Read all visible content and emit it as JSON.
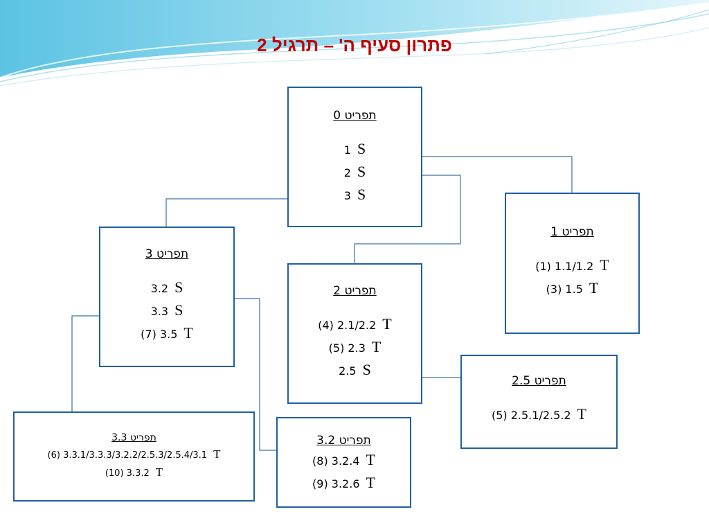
{
  "slide": {
    "title": "פתרון  סעיף ה' – תרגיל 2"
  },
  "boxes": [
    {
      "title": "תפריט 0",
      "lines": [
        {
          "value": "1",
          "state": "S"
        },
        {
          "value": "2",
          "state": "S"
        },
        {
          "value": "3",
          "state": "S"
        }
      ]
    },
    {
      "title": "תפריט 1",
      "lines": [
        {
          "value": "(1) 1.1/1.2",
          "state": "T"
        },
        {
          "value": "(3) 1.5",
          "state": "T"
        }
      ]
    },
    {
      "title": "תפריט 3",
      "lines": [
        {
          "value": "3.2",
          "state": "S"
        },
        {
          "value": "3.3",
          "state": "S"
        },
        {
          "value": "(7) 3.5",
          "state": "T"
        }
      ]
    },
    {
      "title": "תפריט 2",
      "lines": [
        {
          "value": "(4) 2.1/2.2",
          "state": "T"
        },
        {
          "value": "(5) 2.3",
          "state": "T"
        },
        {
          "value": "2.5",
          "state": "S"
        }
      ]
    },
    {
      "title": "תפריט 2.5",
      "lines": [
        {
          "value": "(5) 2.5.1/2.5.2",
          "state": "T"
        }
      ]
    },
    {
      "title": "תפריט 3.3",
      "lines": [
        {
          "value": "(6) 3.3.1/3.3.3/3.2.2/2.5.3/2.5.4/3.1",
          "state": "T"
        },
        {
          "value": "(10) 3.3.2",
          "state": "T"
        }
      ]
    },
    {
      "title": "תפריט 3.2",
      "lines": [
        {
          "value": "(8) 3.2.4",
          "state": "T"
        },
        {
          "value": "(9) 3.2.6",
          "state": "T"
        }
      ]
    }
  ],
  "colors": {
    "title": "#c00000",
    "box_border": "#1f5fa6",
    "connector": "#3a6fa8",
    "wave": "#8fd3ea"
  }
}
